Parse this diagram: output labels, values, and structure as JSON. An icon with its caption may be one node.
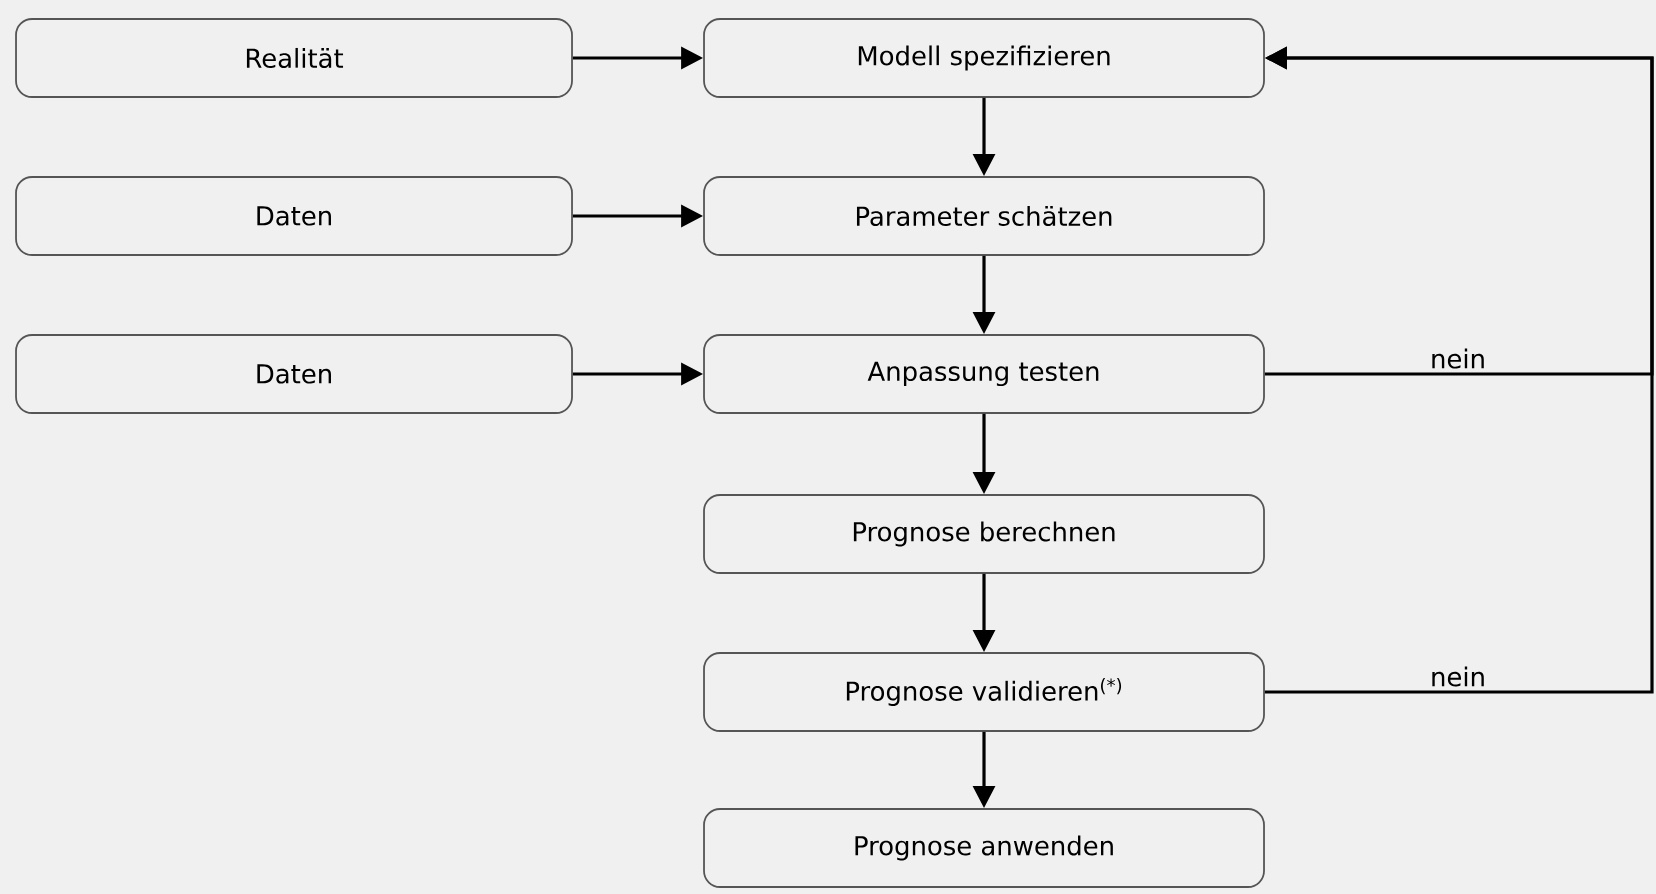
{
  "diagram": {
    "nodes": [
      {
        "text": [
          "Realität"
        ]
      },
      {
        "text": [
          "Modell spezifizieren"
        ]
      },
      {
        "text": [
          "Daten"
        ]
      },
      {
        "text": [
          "Parameter schätzen"
        ]
      },
      {
        "text": [
          "Daten"
        ]
      },
      {
        "text": [
          "Anpassung testen"
        ]
      },
      {
        "text": [
          "Prognose berechnen"
        ]
      },
      {
        "text": [
          "Prognose validieren$^{(*)}$"
        ]
      },
      {
        "text": [
          "Prognose anwenden"
        ]
      }
    ],
    "edges": [
      {
        "from": 0,
        "to": 1,
        "arrow": "to"
      },
      {
        "from": 1,
        "to": 3,
        "arrow": "to"
      },
      {
        "from": 2,
        "to": 3,
        "arrow": "to"
      },
      {
        "from": 3,
        "to": 5,
        "arrow": "to"
      },
      {
        "from": 4,
        "to": 5,
        "arrow": "to"
      },
      {
        "from": 5,
        "to": 1,
        "arrow": "to",
        "label": "nein"
      },
      {
        "from": 5,
        "to": 6,
        "arrow": "to"
      },
      {
        "from": 6,
        "to": 7,
        "arrow": "to"
      },
      {
        "from": 7,
        "to": 1,
        "arrow": "to",
        "label": "nein"
      },
      {
        "from": 7,
        "to": 8,
        "arrow": "to"
      }
    ]
  }
}
